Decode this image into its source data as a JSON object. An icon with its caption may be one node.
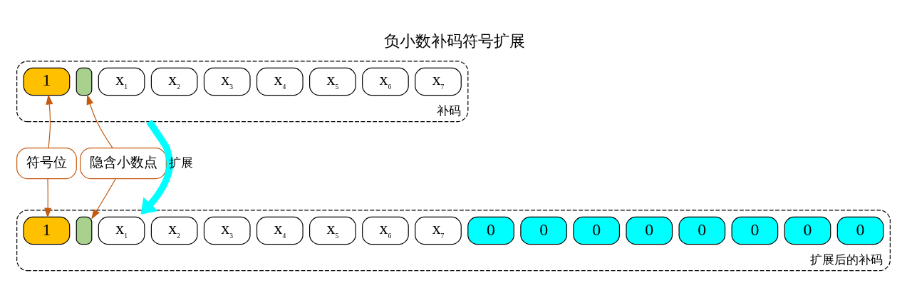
{
  "diagram": {
    "title": "负小数补码符号扩展",
    "nodes": [
      {
        "text": [
          "补码"
        ]
      },
      {
        "text": [
          "1"
        ],
        "in": 0
      },
      {
        "text": [],
        "shape": "box",
        "in": 0
      },
      {
        "text": [
          "x$_{1}$"
        ],
        "in": 0
      },
      {
        "text": [
          "x$_{2}$"
        ],
        "in": 0
      },
      {
        "text": [
          "x$_{3}$"
        ],
        "in": 0
      },
      {
        "text": [
          "x$_{4}$"
        ],
        "in": 0
      },
      {
        "text": [
          "x$_{5}$"
        ],
        "in": 0
      },
      {
        "text": [
          "x$_{6}$"
        ],
        "in": 0
      },
      {
        "text": [
          "x$_{7}$"
        ],
        "in": 0
      },
      {
        "text": [
          "扩展后的补码"
        ]
      },
      {
        "text": [
          "1"
        ],
        "in": 10
      },
      {
        "text": [],
        "shape": "box",
        "in": 10
      },
      {
        "text": [
          "x$_{1}$"
        ],
        "in": 10
      },
      {
        "text": [
          "x$_{2}$"
        ],
        "in": 10
      },
      {
        "text": [
          "x$_{3}$"
        ],
        "in": 10
      },
      {
        "text": [
          "x$_{4}$"
        ],
        "in": 10
      },
      {
        "text": [
          "x$_{5}$"
        ],
        "in": 10
      },
      {
        "text": [
          "x$_{6}$"
        ],
        "in": 10
      },
      {
        "text": [
          "x$_{7}$"
        ],
        "in": 10
      },
      {
        "text": [
          "0"
        ],
        "in": 10
      },
      {
        "text": [
          "0"
        ],
        "in": 10
      },
      {
        "text": [
          "0"
        ],
        "in": 10
      },
      {
        "text": [
          "0"
        ],
        "in": 10
      },
      {
        "text": [
          "0"
        ],
        "in": 10
      },
      {
        "text": [
          "0"
        ],
        "in": 10
      },
      {
        "text": [
          "0"
        ],
        "in": 10
      },
      {
        "text": [
          "0"
        ],
        "in": 10
      },
      {
        "text": [
          "符号位"
        ]
      },
      {
        "text": [
          "隐含小数点"
        ]
      }
    ],
    "edges": [
      {
        "from": 28,
        "to": 1,
        "arrow": "to"
      },
      {
        "from": 28,
        "to": 11,
        "arrow": "to"
      },
      {
        "from": 29,
        "to": 2,
        "arrow": "to"
      },
      {
        "from": 29,
        "to": 12,
        "arrow": "to"
      },
      {
        "from": 0,
        "to": 10,
        "arrow": "to",
        "label": "扩展",
        "style": "thick",
        "color": "#00ffff"
      }
    ]
  }
}
